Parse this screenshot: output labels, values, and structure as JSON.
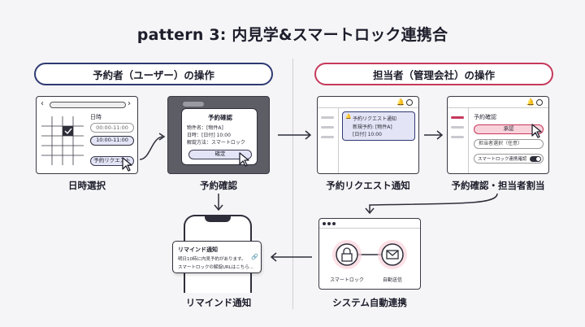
{
  "title": "pattern 3: 内見学&スマートロック連携合",
  "left_header": "予約者（ユーザー）の操作",
  "right_header": "担当者（管理会社）の操作",
  "captions": {
    "datetime": "日時選択",
    "confirm": "予約確認",
    "request_notice": "予約リクエスト通知",
    "assign": "予約確認・担当者割当",
    "reminder": "リマインド通知",
    "system": "システム自動連携"
  },
  "calendar": {
    "date_label": "日時",
    "slots": [
      "00:00-11:00",
      "10:00-11:00"
    ],
    "request_button": "予約リクエスト"
  },
  "confirm_modal": {
    "title": "予約確認",
    "lines": [
      "物件名：[物件A]",
      "日時：[日付] 10:00",
      "解錠方法：スマートロック"
    ],
    "button": "確定"
  },
  "notification": {
    "title": "予約リクエスト通知",
    "lines": [
      "新規予約: [物件A]",
      "[日付] 10:00"
    ]
  },
  "assign_panel": {
    "title": "予約確認",
    "approve": "承認",
    "staff_placeholder": "担当者選択（任意）",
    "toggle_label": "スマートロック連携確認"
  },
  "reminder": {
    "title": "リマインド通知",
    "line1": "明日10時に内見予約があります。",
    "line2": "スマートロックの解錠URLはこちら..."
  },
  "system": {
    "lock_label": "スマートロック",
    "mail_label": "自動送信"
  },
  "colors": {
    "navy": "#2f3a72",
    "crimson": "#c6395c",
    "lavender": "#e3e4f5",
    "pink": "#f9d3dc"
  }
}
